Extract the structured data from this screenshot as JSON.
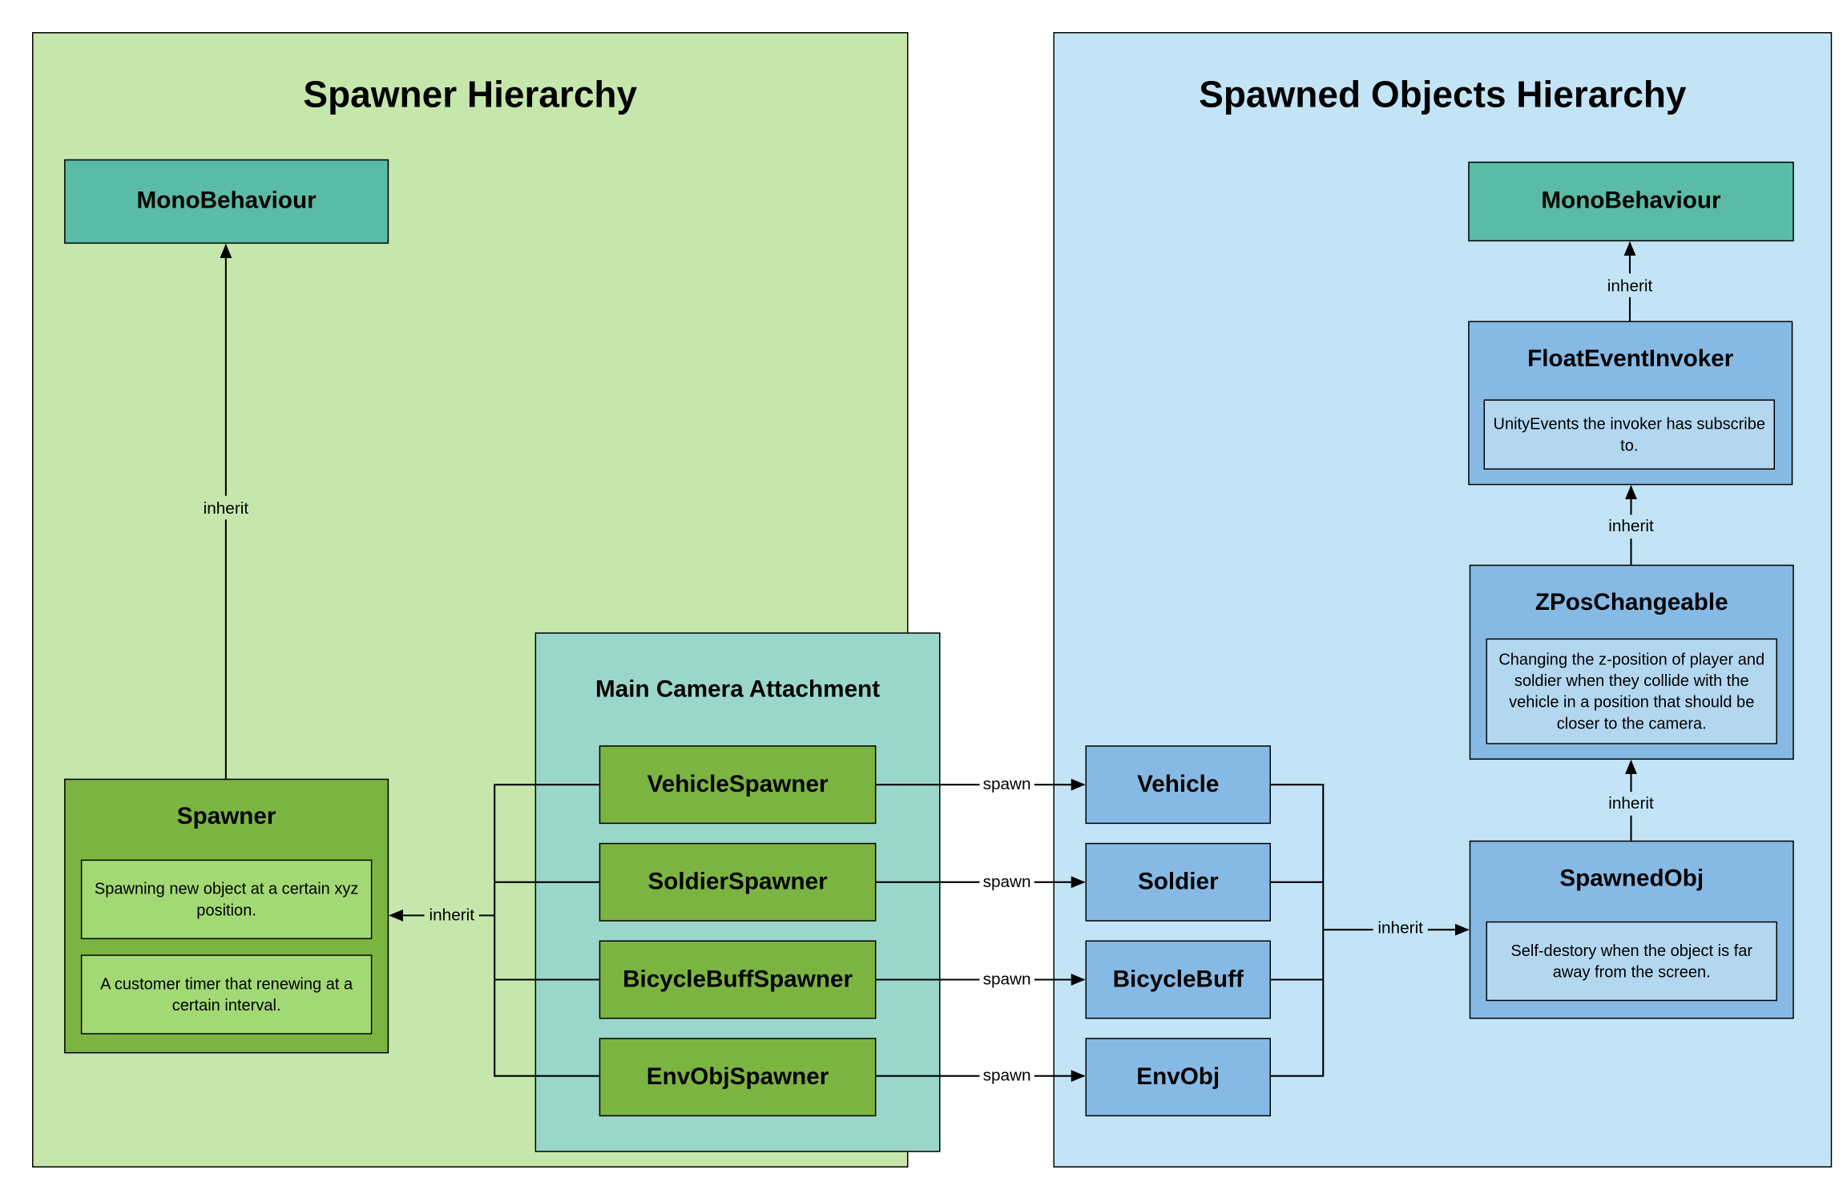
{
  "left_panel": {
    "title": "Spawner Hierarchy",
    "monobehaviour": "MonoBehaviour",
    "inherit_label": "inherit",
    "spawner": {
      "title": "Spawner",
      "notes": [
        "Spawning new object at a certain xyz position.",
        "A customer timer that renewing at a certain interval."
      ]
    },
    "spawners_inherit_label": "inherit"
  },
  "camera_panel": {
    "title": "Main Camera Attachment",
    "spawners": [
      "VehicleSpawner",
      "SoldierSpawner",
      "BicycleBuffSpawner",
      "EnvObjSpawner"
    ]
  },
  "spawn_label": "spawn",
  "right_panel": {
    "title": "Spawned Objects Hierarchy",
    "objects": [
      "Vehicle",
      "Soldier",
      "BicycleBuff",
      "EnvObj"
    ],
    "objects_inherit_label": "inherit",
    "monobehaviour": "MonoBehaviour",
    "float_event_invoker": {
      "title": "FloatEventInvoker",
      "note": "UnityEvents the invoker has subscribe to."
    },
    "zpos_changeable": {
      "title": "ZPosChangeable",
      "note": "Changing the z-position of player and soldier when they collide with the vehicle in a position that should be closer to the camera."
    },
    "spawned_obj": {
      "title": "SpawnedObj",
      "note": "Self-destory when the object is far away from the screen."
    },
    "inherit_labels": [
      "inherit",
      "inherit",
      "inherit"
    ]
  },
  "colors": {
    "left_panel_bg": "#c6e7ac",
    "right_panel_bg": "#c3e4f6",
    "camera_panel_bg": "#9bd6cb",
    "monobehaviour_fill": "#5abba6",
    "spawner_fill": "#7cb442",
    "note_green": "#a2d975",
    "object_fill": "#86bae4",
    "note_blue": "#b4d7f0"
  }
}
